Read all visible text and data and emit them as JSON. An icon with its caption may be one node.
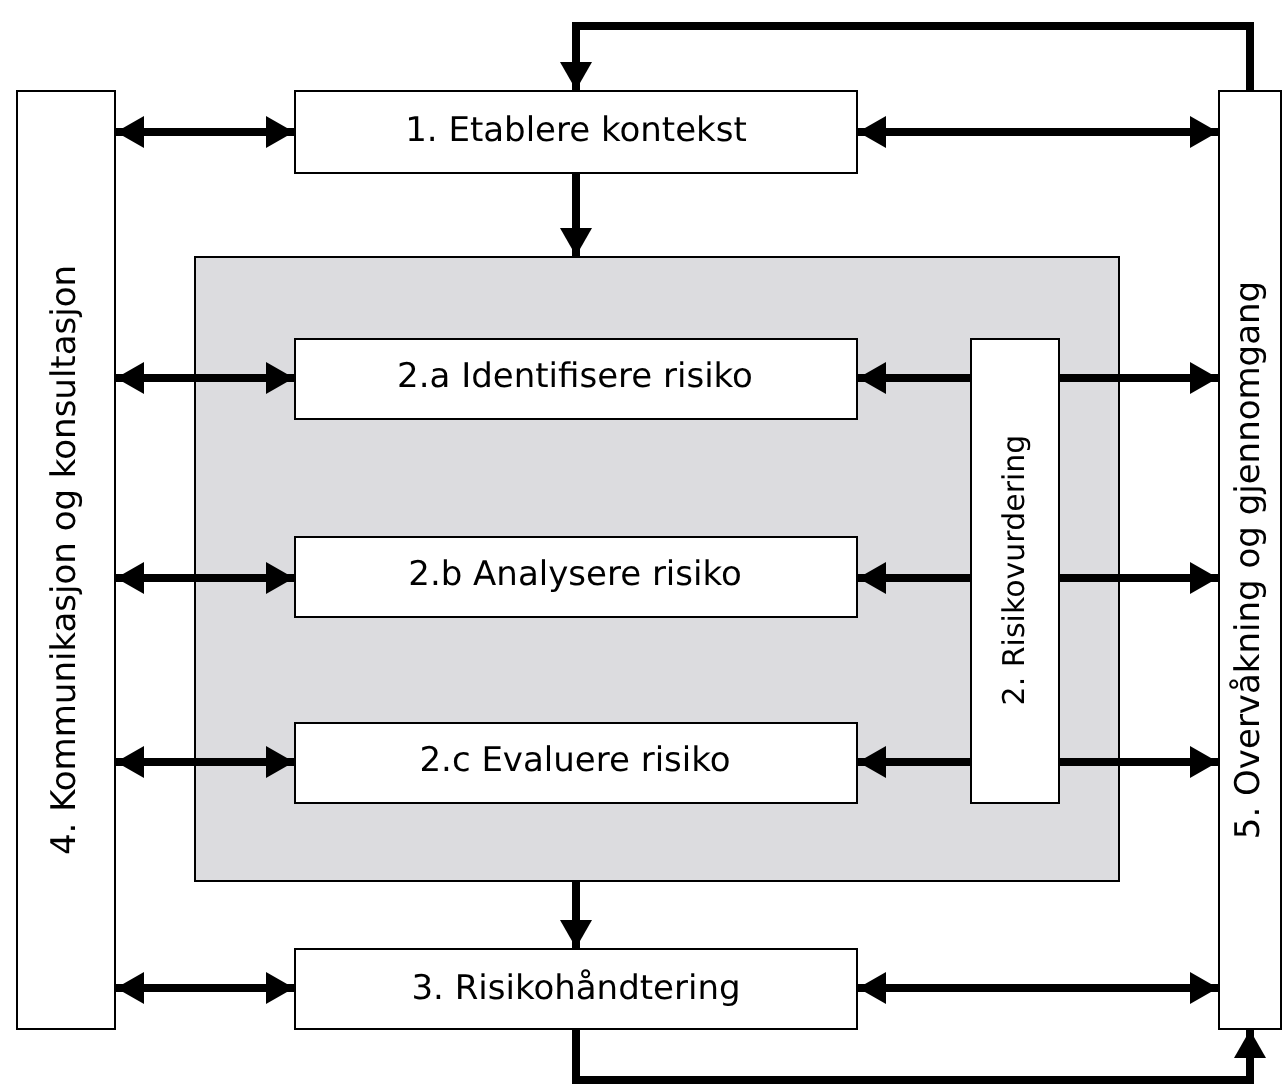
{
  "diagram": {
    "nodes": [
      {
        "text": [
          "4. Kommunikasjon og konsultasjon"
        ]
      },
      {
        "text": [
          "1. Etablere kontekst"
        ]
      },
      {
        "text": [],
        "shape": "box"
      },
      {
        "text": [
          "2.a Identifisere risiko"
        ],
        "in": 2
      },
      {
        "text": [
          "2. Risikovurdering"
        ],
        "in": 2
      },
      {
        "text": [
          "2.b Analysere risiko"
        ],
        "in": 2
      },
      {
        "text": [
          "2.c Evaluere risiko"
        ],
        "in": 2
      },
      {
        "text": [
          "3. Risikohåndtering"
        ]
      },
      {
        "text": [
          "5. Overvåkning og gjennomgang"
        ]
      }
    ],
    "edges": [
      {
        "from": 0,
        "to": 1,
        "arrow": "both"
      },
      {
        "from": 1,
        "to": 8,
        "arrow": "both"
      },
      {
        "from": 1,
        "to": 2,
        "arrow": "to"
      },
      {
        "from": 0,
        "to": 3,
        "arrow": "both"
      },
      {
        "from": 4,
        "to": 3,
        "arrow": "to"
      },
      {
        "from": 4,
        "to": 8,
        "arrow": "to"
      },
      {
        "from": 0,
        "to": 5,
        "arrow": "both"
      },
      {
        "from": 4,
        "to": 5,
        "arrow": "to"
      },
      {
        "from": 4,
        "to": 8,
        "arrow": "to"
      },
      {
        "from": 0,
        "to": 6,
        "arrow": "both"
      },
      {
        "from": 4,
        "to": 6,
        "arrow": "to"
      },
      {
        "from": 4,
        "to": 8,
        "arrow": "to"
      },
      {
        "from": 2,
        "to": 7,
        "arrow": "to"
      },
      {
        "from": 0,
        "to": 7,
        "arrow": "both"
      },
      {
        "from": 7,
        "to": 8,
        "arrow": "both"
      },
      {
        "from": 7,
        "to": 8,
        "arrow": "to"
      },
      {
        "from": 8,
        "to": 1,
        "arrow": "to"
      }
    ]
  }
}
